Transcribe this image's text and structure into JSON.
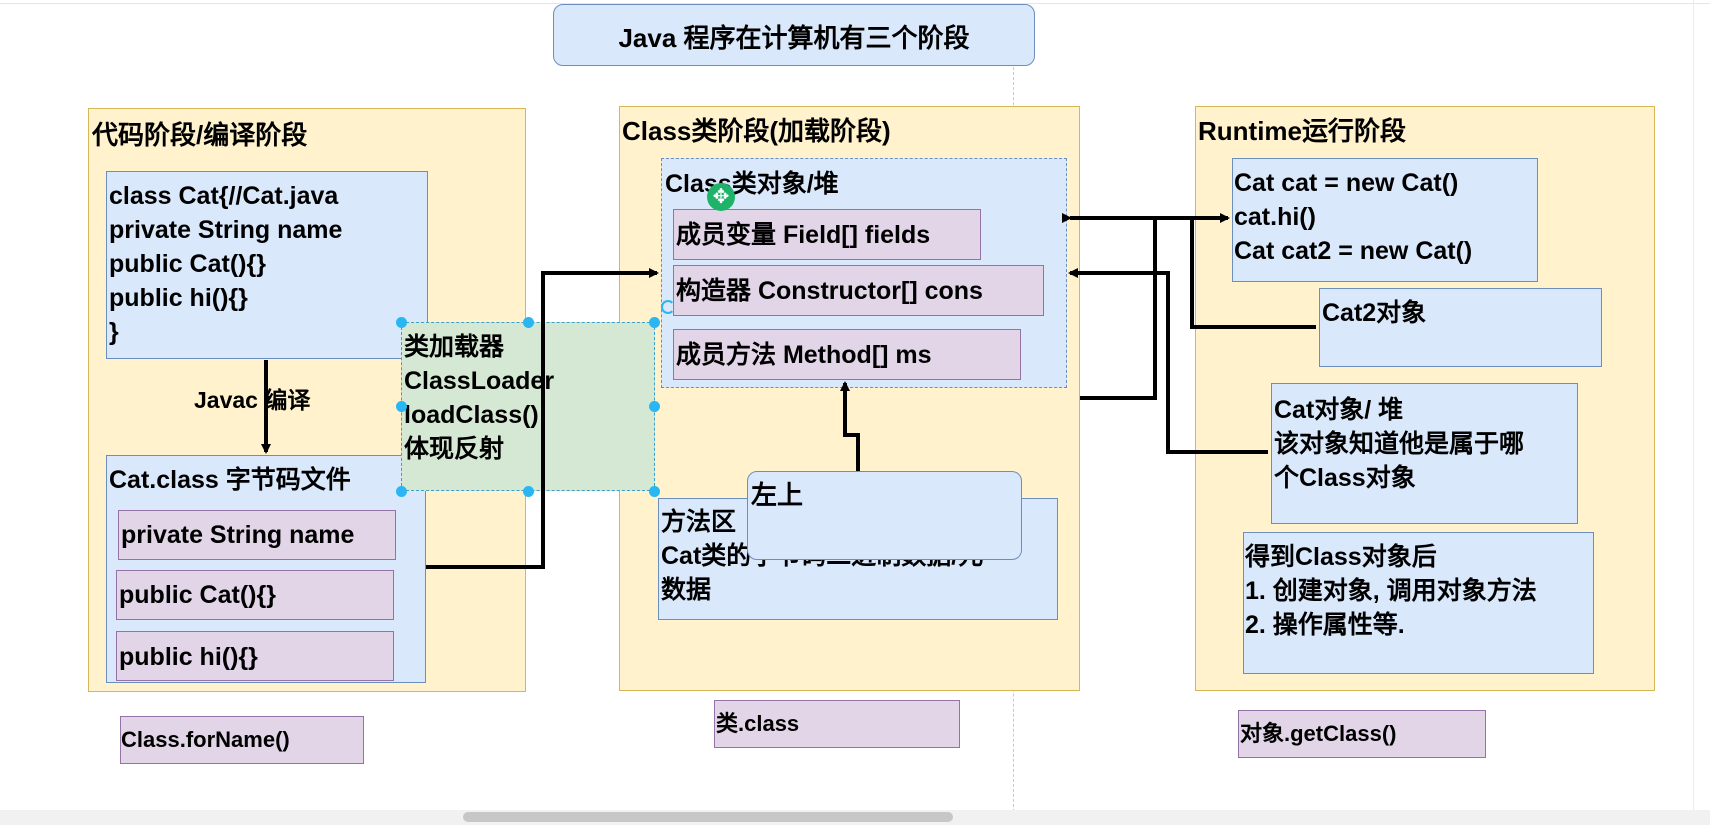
{
  "title": "Java 程序在计算机有三个阶段",
  "compile_stage": {
    "label": "代码阶段/编译阶段",
    "source_code": "class Cat{//Cat.java\nprivate String name\npublic Cat(){}\npublic hi(){}\n}",
    "javac_label": "Javac 编译",
    "class_file_label": "Cat.class 字节码文件",
    "members": [
      "private String name",
      "public Cat(){}",
      "public hi(){}"
    ],
    "method_label": "Class.forName()"
  },
  "classloader": {
    "text": "类加载器\nClassLoader\nloadClass()\n体现反射"
  },
  "load_stage": {
    "label": "Class类阶段(加载阶段)",
    "class_object_label": "Class类对象/堆",
    "members": [
      "成员变量 Field[] fields",
      "构造器 Constructor[] cons",
      "成员方法 Method[] ms"
    ],
    "method_area": "方法区\nCat类的字节码二进制数据/元\n数据",
    "tooltip": "左上",
    "method_label": "类.class"
  },
  "runtime_stage": {
    "label": "Runtime运行阶段",
    "code": "Cat cat = new Cat()\ncat.hi()\nCat cat2 = new Cat()",
    "cat2_object": "Cat2对象",
    "cat_object": "Cat对象/ 堆\n该对象知道他是属于哪\n个Class对象",
    "after_class": "得到Class对象后\n1. 创建对象, 调用对象方法\n2. 操作属性等.",
    "method_label": "对象.getClass()"
  },
  "colors": {
    "stage_fill": "#fff2cc",
    "box_fill": "#dae8fc",
    "member_fill": "#e1d5e7",
    "loader_fill": "#d5e8d4",
    "selection": "#29b6f2"
  }
}
